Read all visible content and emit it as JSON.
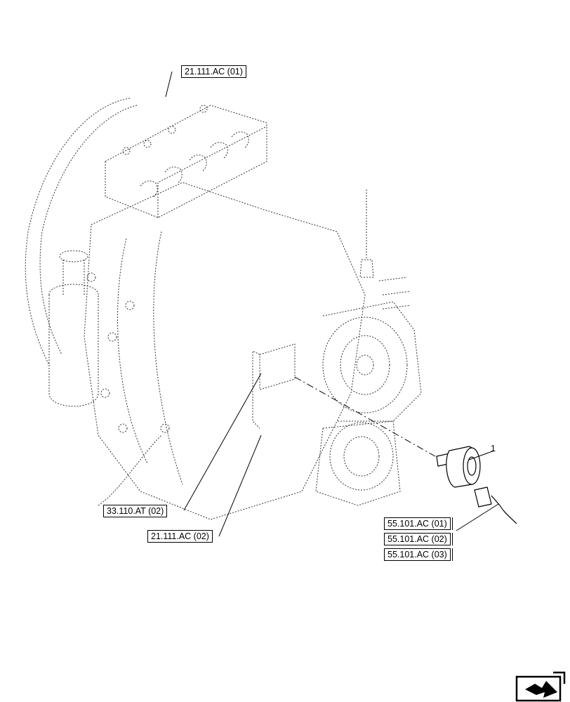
{
  "refs": {
    "top": "21.111.AC (01)",
    "left_lower": "33.110.AT (02)",
    "mid_lower": "21.111.AC (02)",
    "right_1": "55.101.AC (01)",
    "right_2": "55.101.AC (02)",
    "right_3": "55.101.AC (03)"
  },
  "callouts": {
    "item_1": "1"
  },
  "icons": {
    "nav": "next-page-arrow-icon"
  }
}
